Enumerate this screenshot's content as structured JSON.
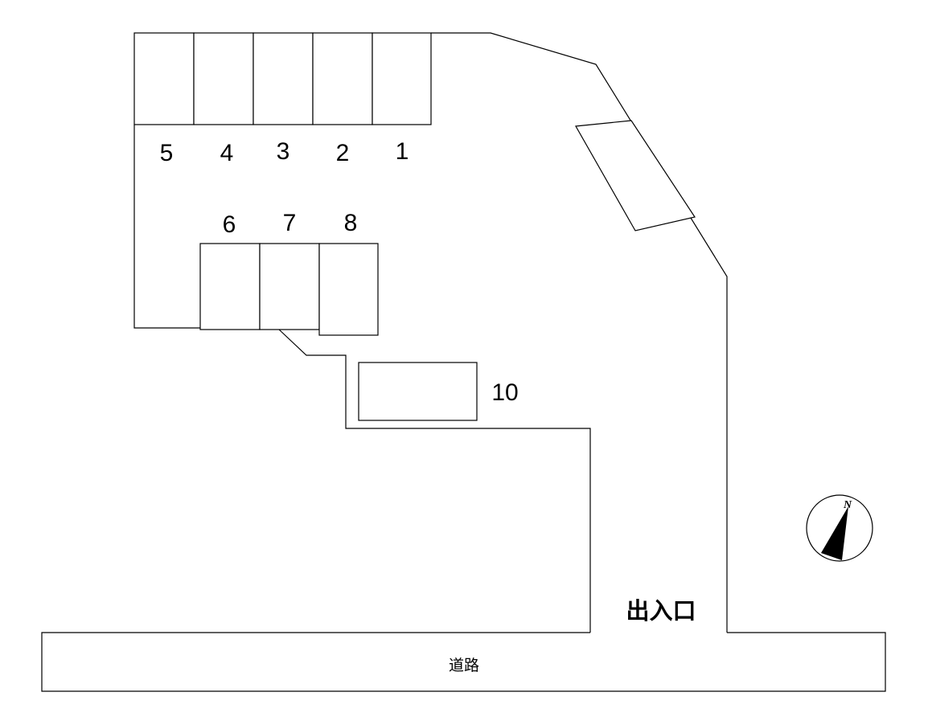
{
  "lot": {
    "parking_spaces": [
      {
        "label": "1"
      },
      {
        "label": "2"
      },
      {
        "label": "3"
      },
      {
        "label": "4"
      },
      {
        "label": "5"
      },
      {
        "label": "6"
      },
      {
        "label": "7"
      },
      {
        "label": "8"
      },
      {
        "label": "10"
      }
    ],
    "entrance_label": "出入口",
    "road_label": "道路",
    "compass_label": "N"
  }
}
